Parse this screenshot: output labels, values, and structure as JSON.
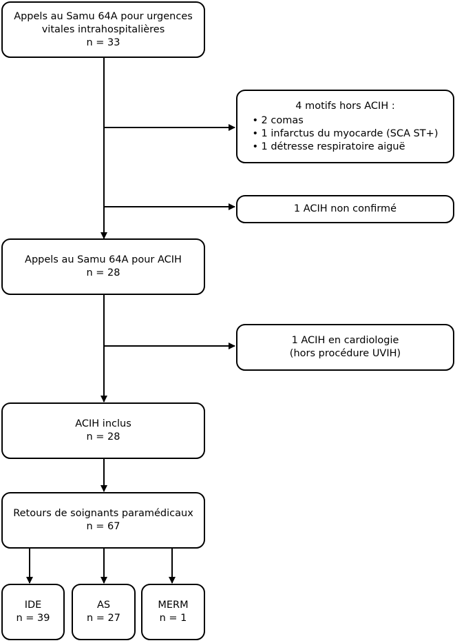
{
  "calls_urgences": {
    "line1": "Appels au Samu 64A pour urgences",
    "line2": "vitales intrahospitalières",
    "count": "n = 33"
  },
  "exclusion_motifs": {
    "title": "4 motifs hors ACIH :",
    "items": [
      "2 comas",
      "1 infarctus du myocarde (SCA ST+)",
      "1 détresse respiratoire aiguë"
    ]
  },
  "exclusion_non_confirme": {
    "text": "1 ACIH non confirmé"
  },
  "calls_acih": {
    "line1": "Appels au Samu 64A pour ACIH",
    "count": "n = 28"
  },
  "exclusion_cardiologie": {
    "line1": "1 ACIH en cardiologie",
    "line2": "(hors procédure UVIH)"
  },
  "acih_inclus": {
    "line1": "ACIH inclus",
    "count": "n = 28"
  },
  "retours": {
    "line1": "Retours de soignants paramédicaux",
    "count": "n = 67"
  },
  "ide": {
    "label": "IDE",
    "count": "n = 39"
  },
  "as": {
    "label": "AS",
    "count": "n = 27"
  },
  "merm": {
    "label": "MERM",
    "count": "n = 1"
  }
}
